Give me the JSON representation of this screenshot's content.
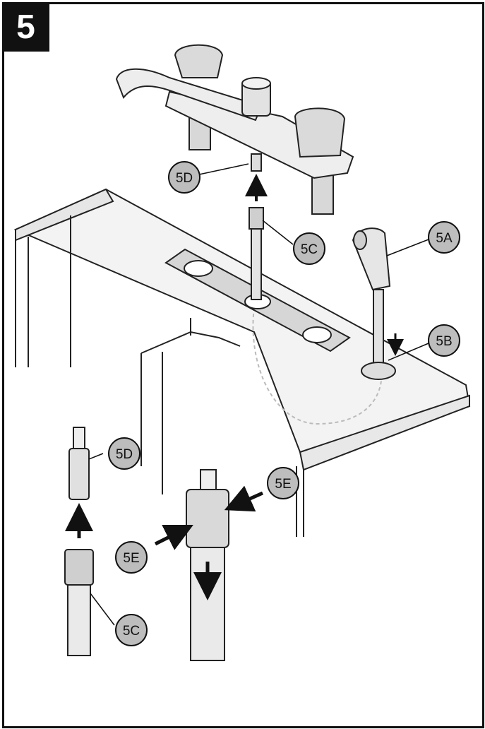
{
  "step": {
    "number": "5"
  },
  "callouts": {
    "a": "5A",
    "b": "5B",
    "c": "5C",
    "d": "5D",
    "e": "5E"
  },
  "colors": {
    "badge": "#111111",
    "callout_fill": "#bdbdbd",
    "line": "#222222"
  }
}
